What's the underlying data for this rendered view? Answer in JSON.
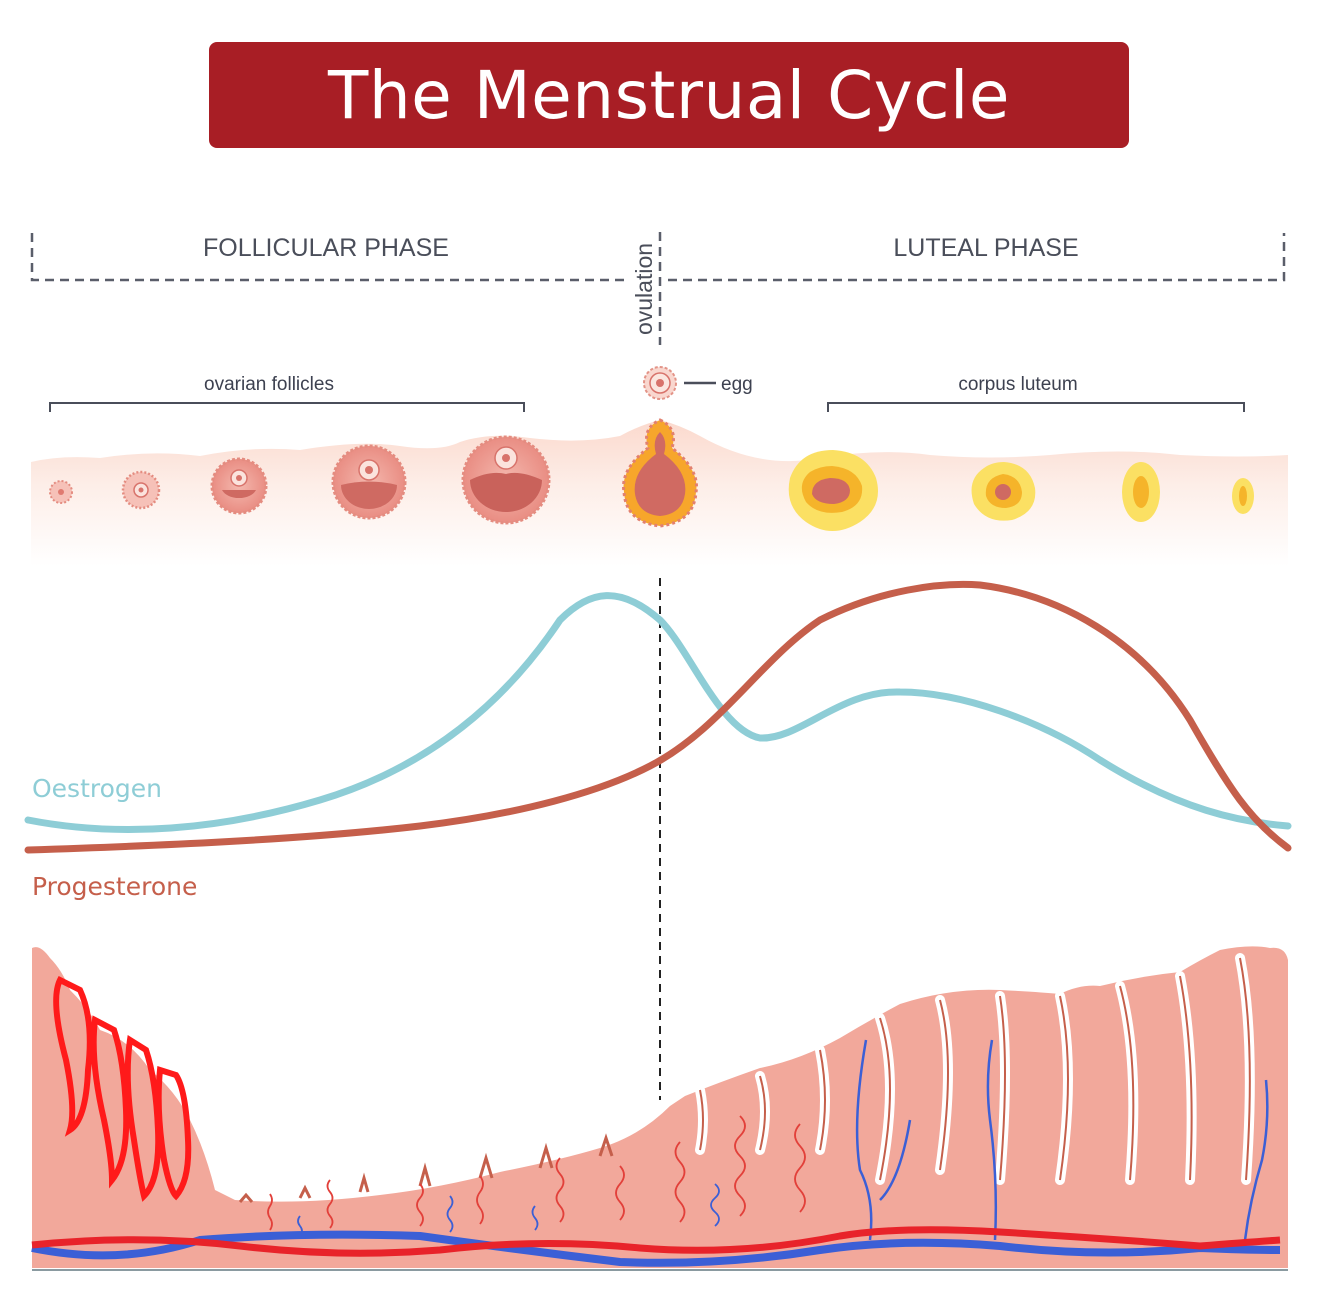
{
  "title": "The Menstrual Cycle",
  "phases": {
    "follicular": "FOLLICULAR PHASE",
    "ovulation": "ovulation",
    "luteal": "LUTEAL PHASE"
  },
  "ovary_labels": {
    "follicles": "ovarian follicles",
    "egg": "egg",
    "corpus_luteum": "corpus luteum"
  },
  "hormones": {
    "oestrogen": {
      "label": "Oestrogen",
      "color": "#8ecdd6"
    },
    "progesterone": {
      "label": "Progesterone",
      "color": "#c55f4b"
    }
  },
  "colors": {
    "banner": "#a81e25",
    "endometrium": "#f2a89b",
    "artery": "#e8232a",
    "vein": "#3b5fd6",
    "follicle_fill": "#d8736b",
    "luteal_yellow": "#fbe063",
    "luteal_orange": "#f5b42a"
  },
  "icons": [
    "follicle-icon",
    "egg-icon",
    "corpus-luteum-icon",
    "blood-vessel-icon",
    "spiral-artery-icon"
  ]
}
